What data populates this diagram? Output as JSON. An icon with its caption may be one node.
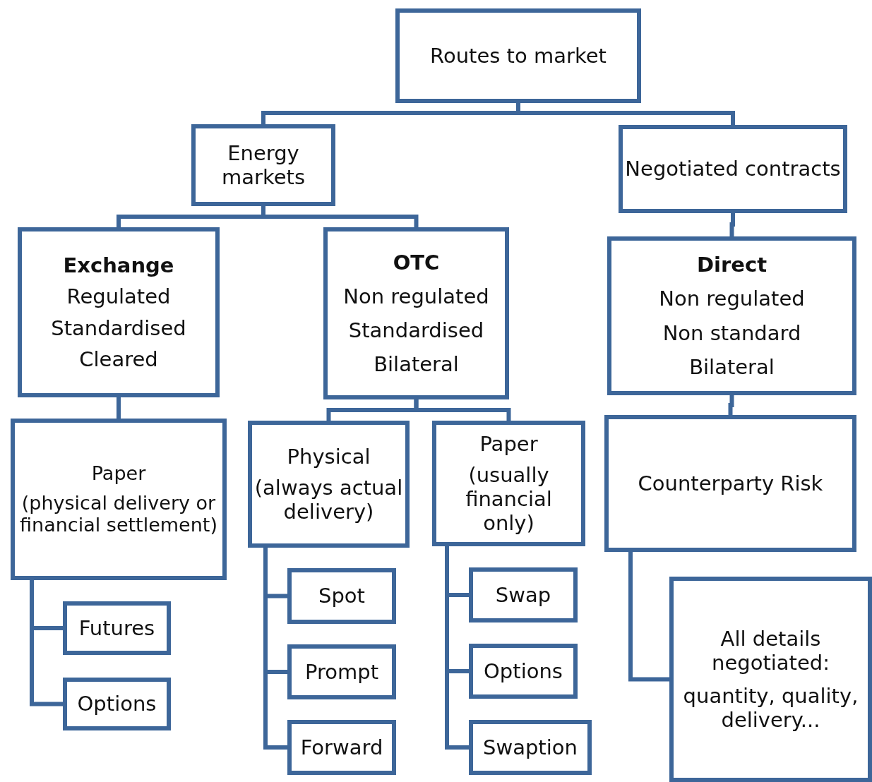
{
  "diagram": {
    "nodes": [
      {
        "text": [
          "Routes to market"
        ]
      },
      {
        "text": [
          "Energy markets"
        ]
      },
      {
        "text": [
          "Negotiated contracts"
        ]
      },
      {
        "text": [
          "Exchange",
          "Regulated",
          "Standardised",
          "Cleared"
        ]
      },
      {
        "text": [
          "OTC",
          "Non regulated",
          "Standardised",
          "Bilateral"
        ]
      },
      {
        "text": [
          "Direct",
          "Non regulated",
          "Non standard",
          "Bilateral"
        ]
      },
      {
        "text": [
          "Paper",
          "(physical delivery or financial settlement)"
        ]
      },
      {
        "text": [
          "Physical",
          "(always actual delivery)"
        ]
      },
      {
        "text": [
          "Paper",
          "(usually financial only)"
        ]
      },
      {
        "text": [
          "Counterparty Risk"
        ]
      },
      {
        "text": [
          "Futures"
        ]
      },
      {
        "text": [
          "Options"
        ]
      },
      {
        "text": [
          "Spot"
        ]
      },
      {
        "text": [
          "Prompt"
        ]
      },
      {
        "text": [
          "Forward"
        ]
      },
      {
        "text": [
          "Swap"
        ]
      },
      {
        "text": [
          "Options"
        ]
      },
      {
        "text": [
          "Swaption"
        ]
      },
      {
        "text": [
          "All details negotiated:",
          "quantity, quality, delivery..."
        ]
      }
    ],
    "edges": [
      {
        "from": 0,
        "to": 1,
        "arrow": "none"
      },
      {
        "from": 0,
        "to": 2,
        "arrow": "none"
      },
      {
        "from": 1,
        "to": 3,
        "arrow": "none"
      },
      {
        "from": 1,
        "to": 4,
        "arrow": "none"
      },
      {
        "from": 2,
        "to": 5,
        "arrow": "none"
      },
      {
        "from": 3,
        "to": 6,
        "arrow": "none"
      },
      {
        "from": 4,
        "to": 7,
        "arrow": "none"
      },
      {
        "from": 4,
        "to": 8,
        "arrow": "none"
      },
      {
        "from": 5,
        "to": 9,
        "arrow": "none"
      },
      {
        "from": 6,
        "to": 10,
        "arrow": "none"
      },
      {
        "from": 6,
        "to": 11,
        "arrow": "none"
      },
      {
        "from": 7,
        "to": 12,
        "arrow": "none"
      },
      {
        "from": 7,
        "to": 13,
        "arrow": "none"
      },
      {
        "from": 7,
        "to": 14,
        "arrow": "none"
      },
      {
        "from": 8,
        "to": 15,
        "arrow": "none"
      },
      {
        "from": 8,
        "to": 16,
        "arrow": "none"
      },
      {
        "from": 8,
        "to": 17,
        "arrow": "none"
      },
      {
        "from": 9,
        "to": 18,
        "arrow": "none"
      }
    ]
  }
}
